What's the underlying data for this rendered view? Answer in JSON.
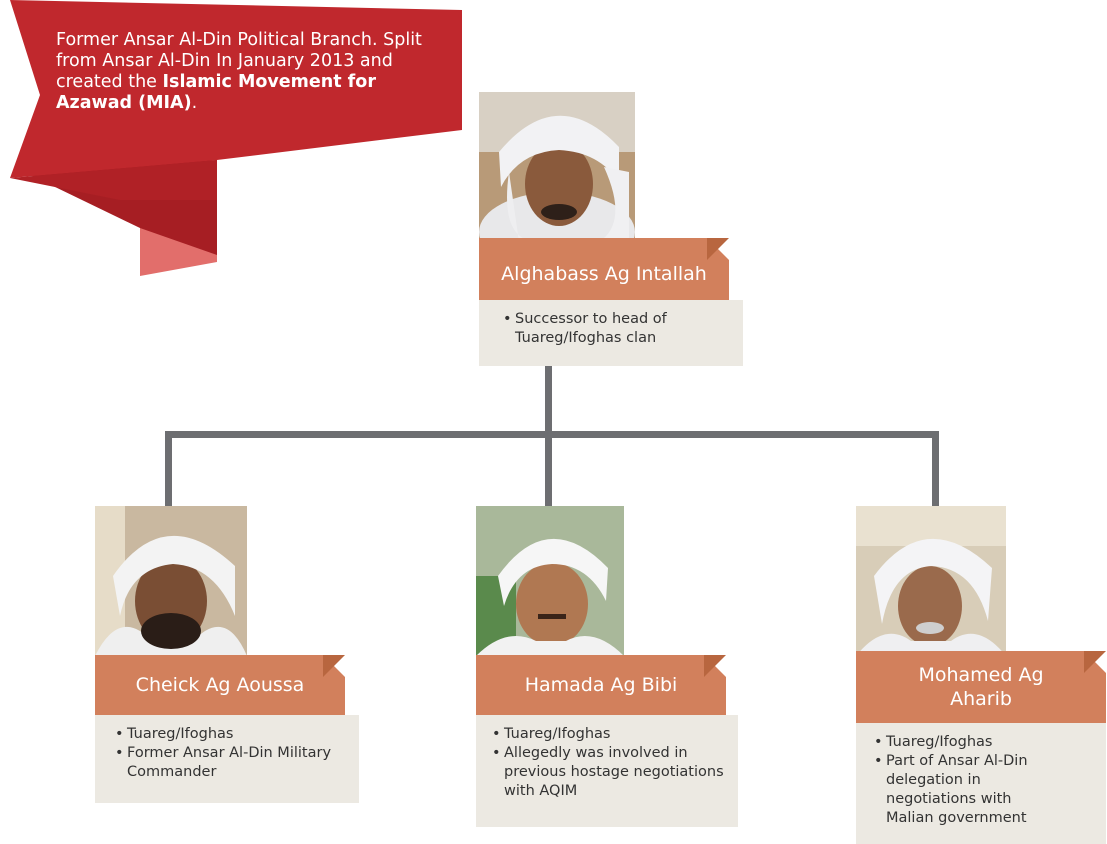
{
  "banner": {
    "text_plain": "Former Ansar Al-Din Political Branch. Split from Ansar Al-Din In January 2013 and created the ",
    "text_bold": "Islamic Movement for Azawad (MIA)",
    "text_end": "."
  },
  "leader": {
    "name": "Alghabass Ag Intallah",
    "bullets": [
      "Successor to head of Tuareg/Ifoghas clan"
    ]
  },
  "members": [
    {
      "name": "Cheick Ag Aoussa",
      "bullets": [
        "Tuareg/Ifoghas",
        "Former Ansar Al-Din Military Commander"
      ]
    },
    {
      "name": "Hamada Ag Bibi",
      "bullets": [
        "Tuareg/Ifoghas",
        "Allegedly was involved in previous hostage negotiations with AQIM"
      ]
    },
    {
      "name": "Mohamed Ag Aharib",
      "bullets": [
        "Tuareg/Ifoghas",
        "Part of Ansar Al-Din delegation in negotiations with Malian government"
      ]
    }
  ],
  "colors": {
    "banner_red": "#c0282d",
    "banner_dark": "#8e1c20",
    "tab_orange": "#d2805c",
    "tab_fold": "#b8663f",
    "info_bg": "#ece9e2",
    "connector": "#6d6e71"
  }
}
